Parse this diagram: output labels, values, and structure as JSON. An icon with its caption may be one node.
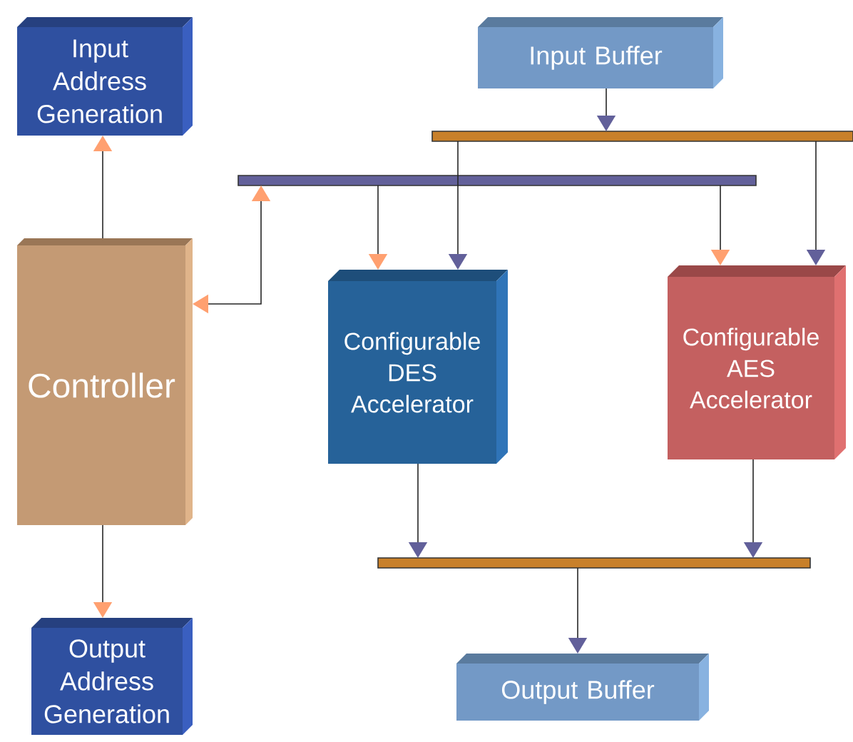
{
  "diagram": {
    "nodes": [
      {
        "text": [
          "Input Address Generation"
        ]
      },
      {
        "text": [
          "Input Buffer"
        ]
      },
      {
        "text": [
          "Controller"
        ]
      },
      {
        "text": [
          "Configurable DES Accelerator"
        ]
      },
      {
        "text": [
          "Configurable AES Accelerator"
        ]
      },
      {
        "text": [
          "Output Address Generation"
        ]
      },
      {
        "text": [
          "Output Buffer"
        ]
      },
      {
        "text": [],
        "shape": "bar"
      },
      {
        "text": [],
        "shape": "bar"
      },
      {
        "text": [],
        "shape": "bar"
      }
    ],
    "edges": [
      {
        "from": 1,
        "to": 7,
        "arrow": "to"
      },
      {
        "from": 7,
        "to": 3,
        "arrow": "to"
      },
      {
        "from": 7,
        "to": 4,
        "arrow": "to"
      },
      {
        "from": 8,
        "to": 3,
        "arrow": "to"
      },
      {
        "from": 8,
        "to": 4,
        "arrow": "to"
      },
      {
        "from": 2,
        "to": 0,
        "arrow": "to"
      },
      {
        "from": 2,
        "to": 8,
        "arrow": "both"
      },
      {
        "from": 2,
        "to": 5,
        "arrow": "to"
      },
      {
        "from": 3,
        "to": 9,
        "arrow": "to"
      },
      {
        "from": 4,
        "to": 9,
        "arrow": "to"
      },
      {
        "from": 9,
        "to": 6,
        "arrow": "to"
      }
    ]
  }
}
